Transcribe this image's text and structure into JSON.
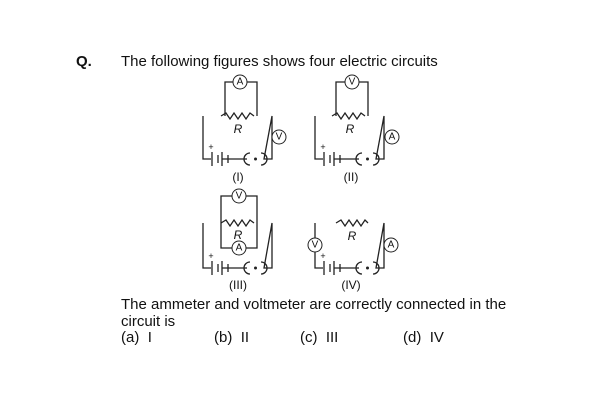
{
  "question": {
    "number": "Q.",
    "text": "The following figures shows four electric circuits",
    "stem": "The ammeter and voltmeter are correctly connected in the circuit is"
  },
  "figures": {
    "resistor_label": "R",
    "ammeter_symbol": "A",
    "voltmeter_symbol": "V",
    "battery_polarity": "+",
    "captions": [
      "(I)",
      "(II)",
      "(III)",
      "(IV)"
    ]
  },
  "options": [
    {
      "label": "(a)",
      "value": "I"
    },
    {
      "label": "(b)",
      "value": "II"
    },
    {
      "label": "(c)",
      "value": "III"
    },
    {
      "label": "(d)",
      "value": "IV"
    }
  ]
}
